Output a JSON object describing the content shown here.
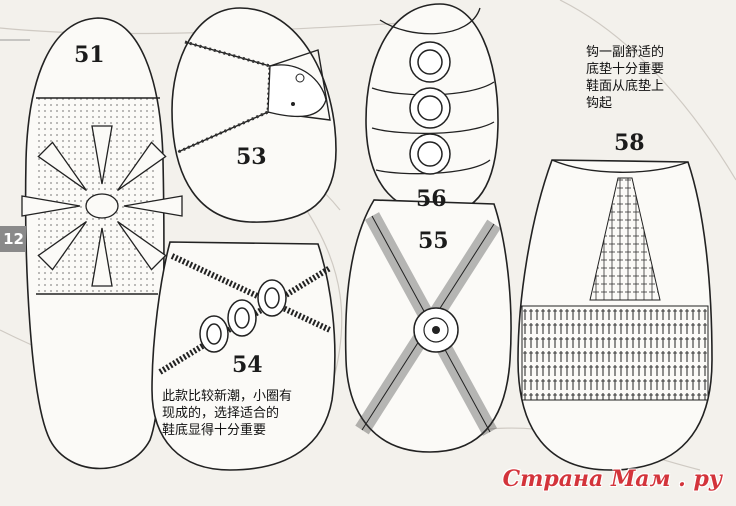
{
  "page": {
    "page_number": "12"
  },
  "patterns": [
    {
      "id": "51",
      "label": "51"
    },
    {
      "id": "53",
      "label": "53"
    },
    {
      "id": "54",
      "label": "54",
      "note_lines": [
        "此款比较新潮，小圈有",
        "现成的，选择适合的",
        "鞋底显得十分重要"
      ]
    },
    {
      "id": "55",
      "label": "55"
    },
    {
      "id": "56",
      "label": "56"
    },
    {
      "id": "58",
      "label": "58",
      "note_lines": [
        "钩一副舒适的",
        "底垫十分重要",
        "鞋面从底垫上",
        "钩起"
      ]
    }
  ],
  "watermark": {
    "text": "Страна Мам . ру",
    "color": "#d3343b"
  },
  "colors": {
    "paper": "#f3f1ec",
    "ink": "#1b1b1b",
    "faint": "#c9c6c0",
    "tab": "#8a8a8a"
  }
}
